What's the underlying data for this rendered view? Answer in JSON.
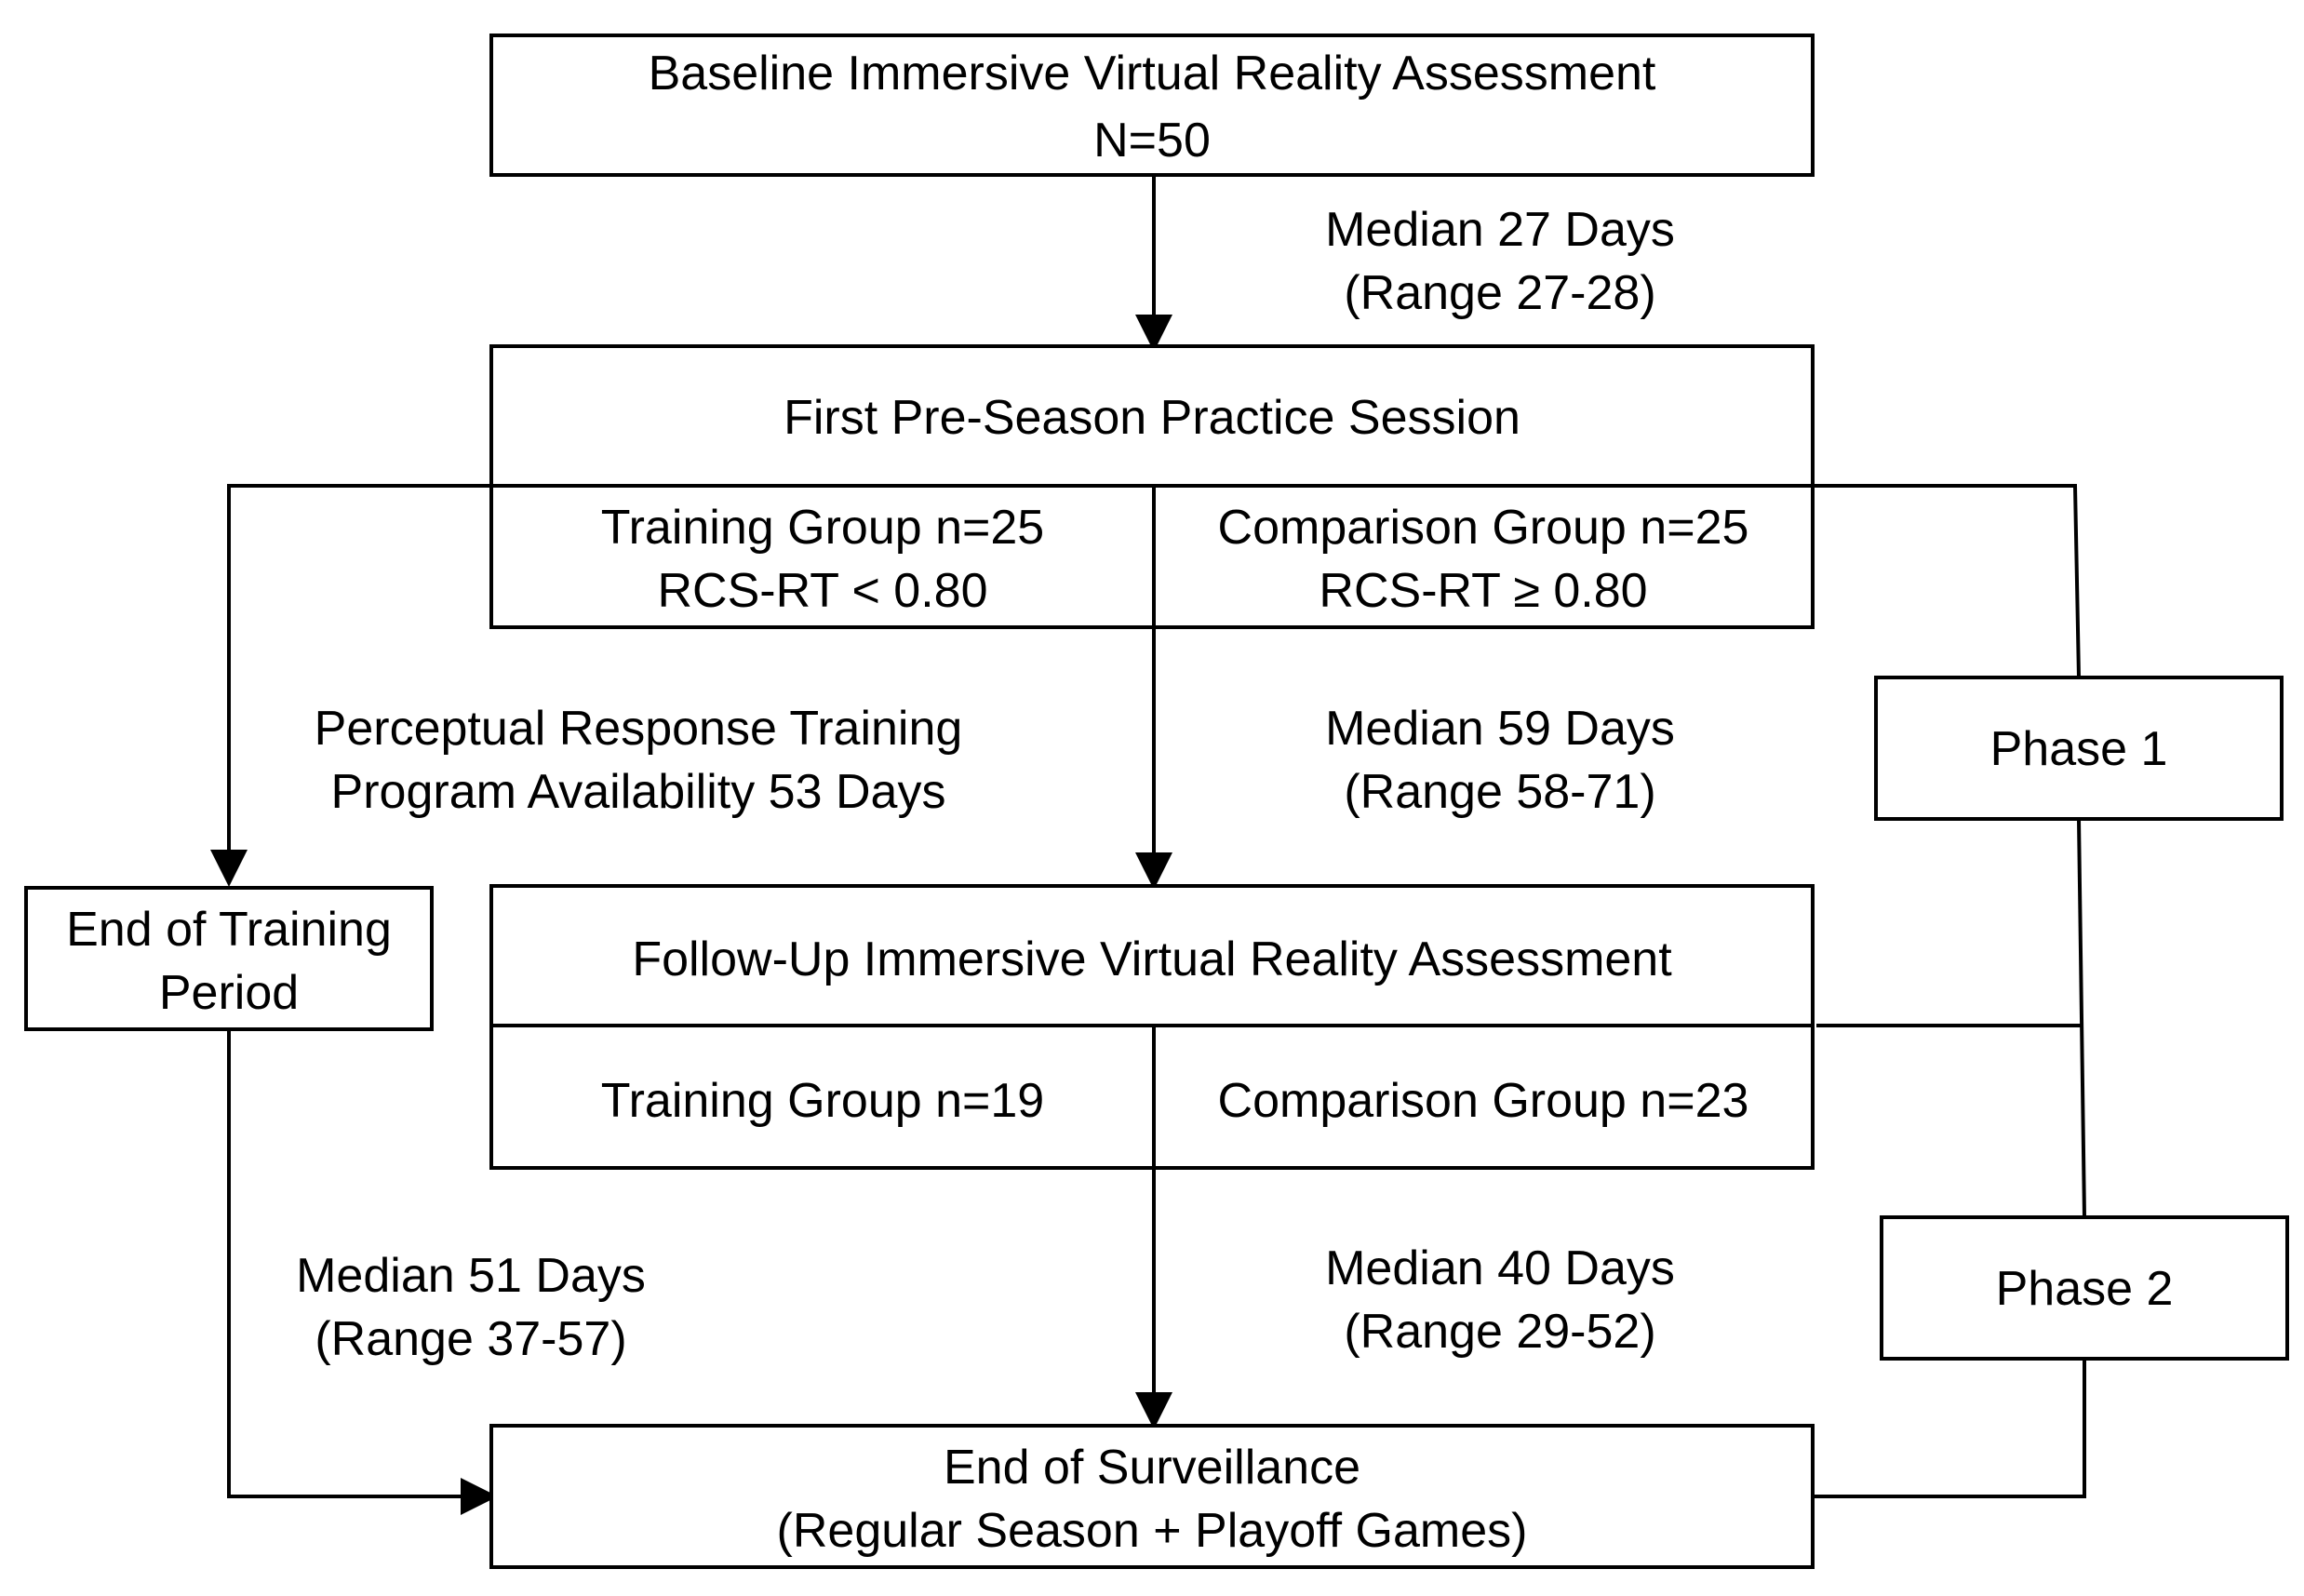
{
  "diagram": {
    "baseline": {
      "line1": "Baseline Immersive Virtual Reality Assessment",
      "line2": "N=50"
    },
    "interval1": {
      "line1": "Median 27 Days",
      "line2": "(Range 27-28)"
    },
    "preseason": {
      "title": "First Pre-Season Practice Session",
      "training": {
        "line1": "Training Group n=25",
        "line2": "RCS-RT < 0.80"
      },
      "comparison": {
        "line1": "Comparison Group n=25",
        "line2": "RCS-RT ≥ 0.80"
      }
    },
    "training_program": {
      "line1": "Perceptual Response Training",
      "line2": "Program Availability 53 Days"
    },
    "interval2": {
      "line1": "Median 59 Days",
      "line2": "(Range 58-71)"
    },
    "phase1": "Phase 1",
    "end_training": {
      "line1": "End of Training",
      "line2": "Period"
    },
    "followup": {
      "title": "Follow-Up Immersive Virtual Reality Assessment",
      "training": "Training Group n=19",
      "comparison": "Comparison Group n=23"
    },
    "interval3": {
      "line1": "Median 51 Days",
      "line2": "(Range 37-57)"
    },
    "interval4": {
      "line1": "Median 40 Days",
      "line2": "(Range 29-52)"
    },
    "phase2": "Phase 2",
    "surveillance": {
      "line1": "End of Surveillance",
      "line2": "(Regular Season + Playoff Games)"
    }
  }
}
